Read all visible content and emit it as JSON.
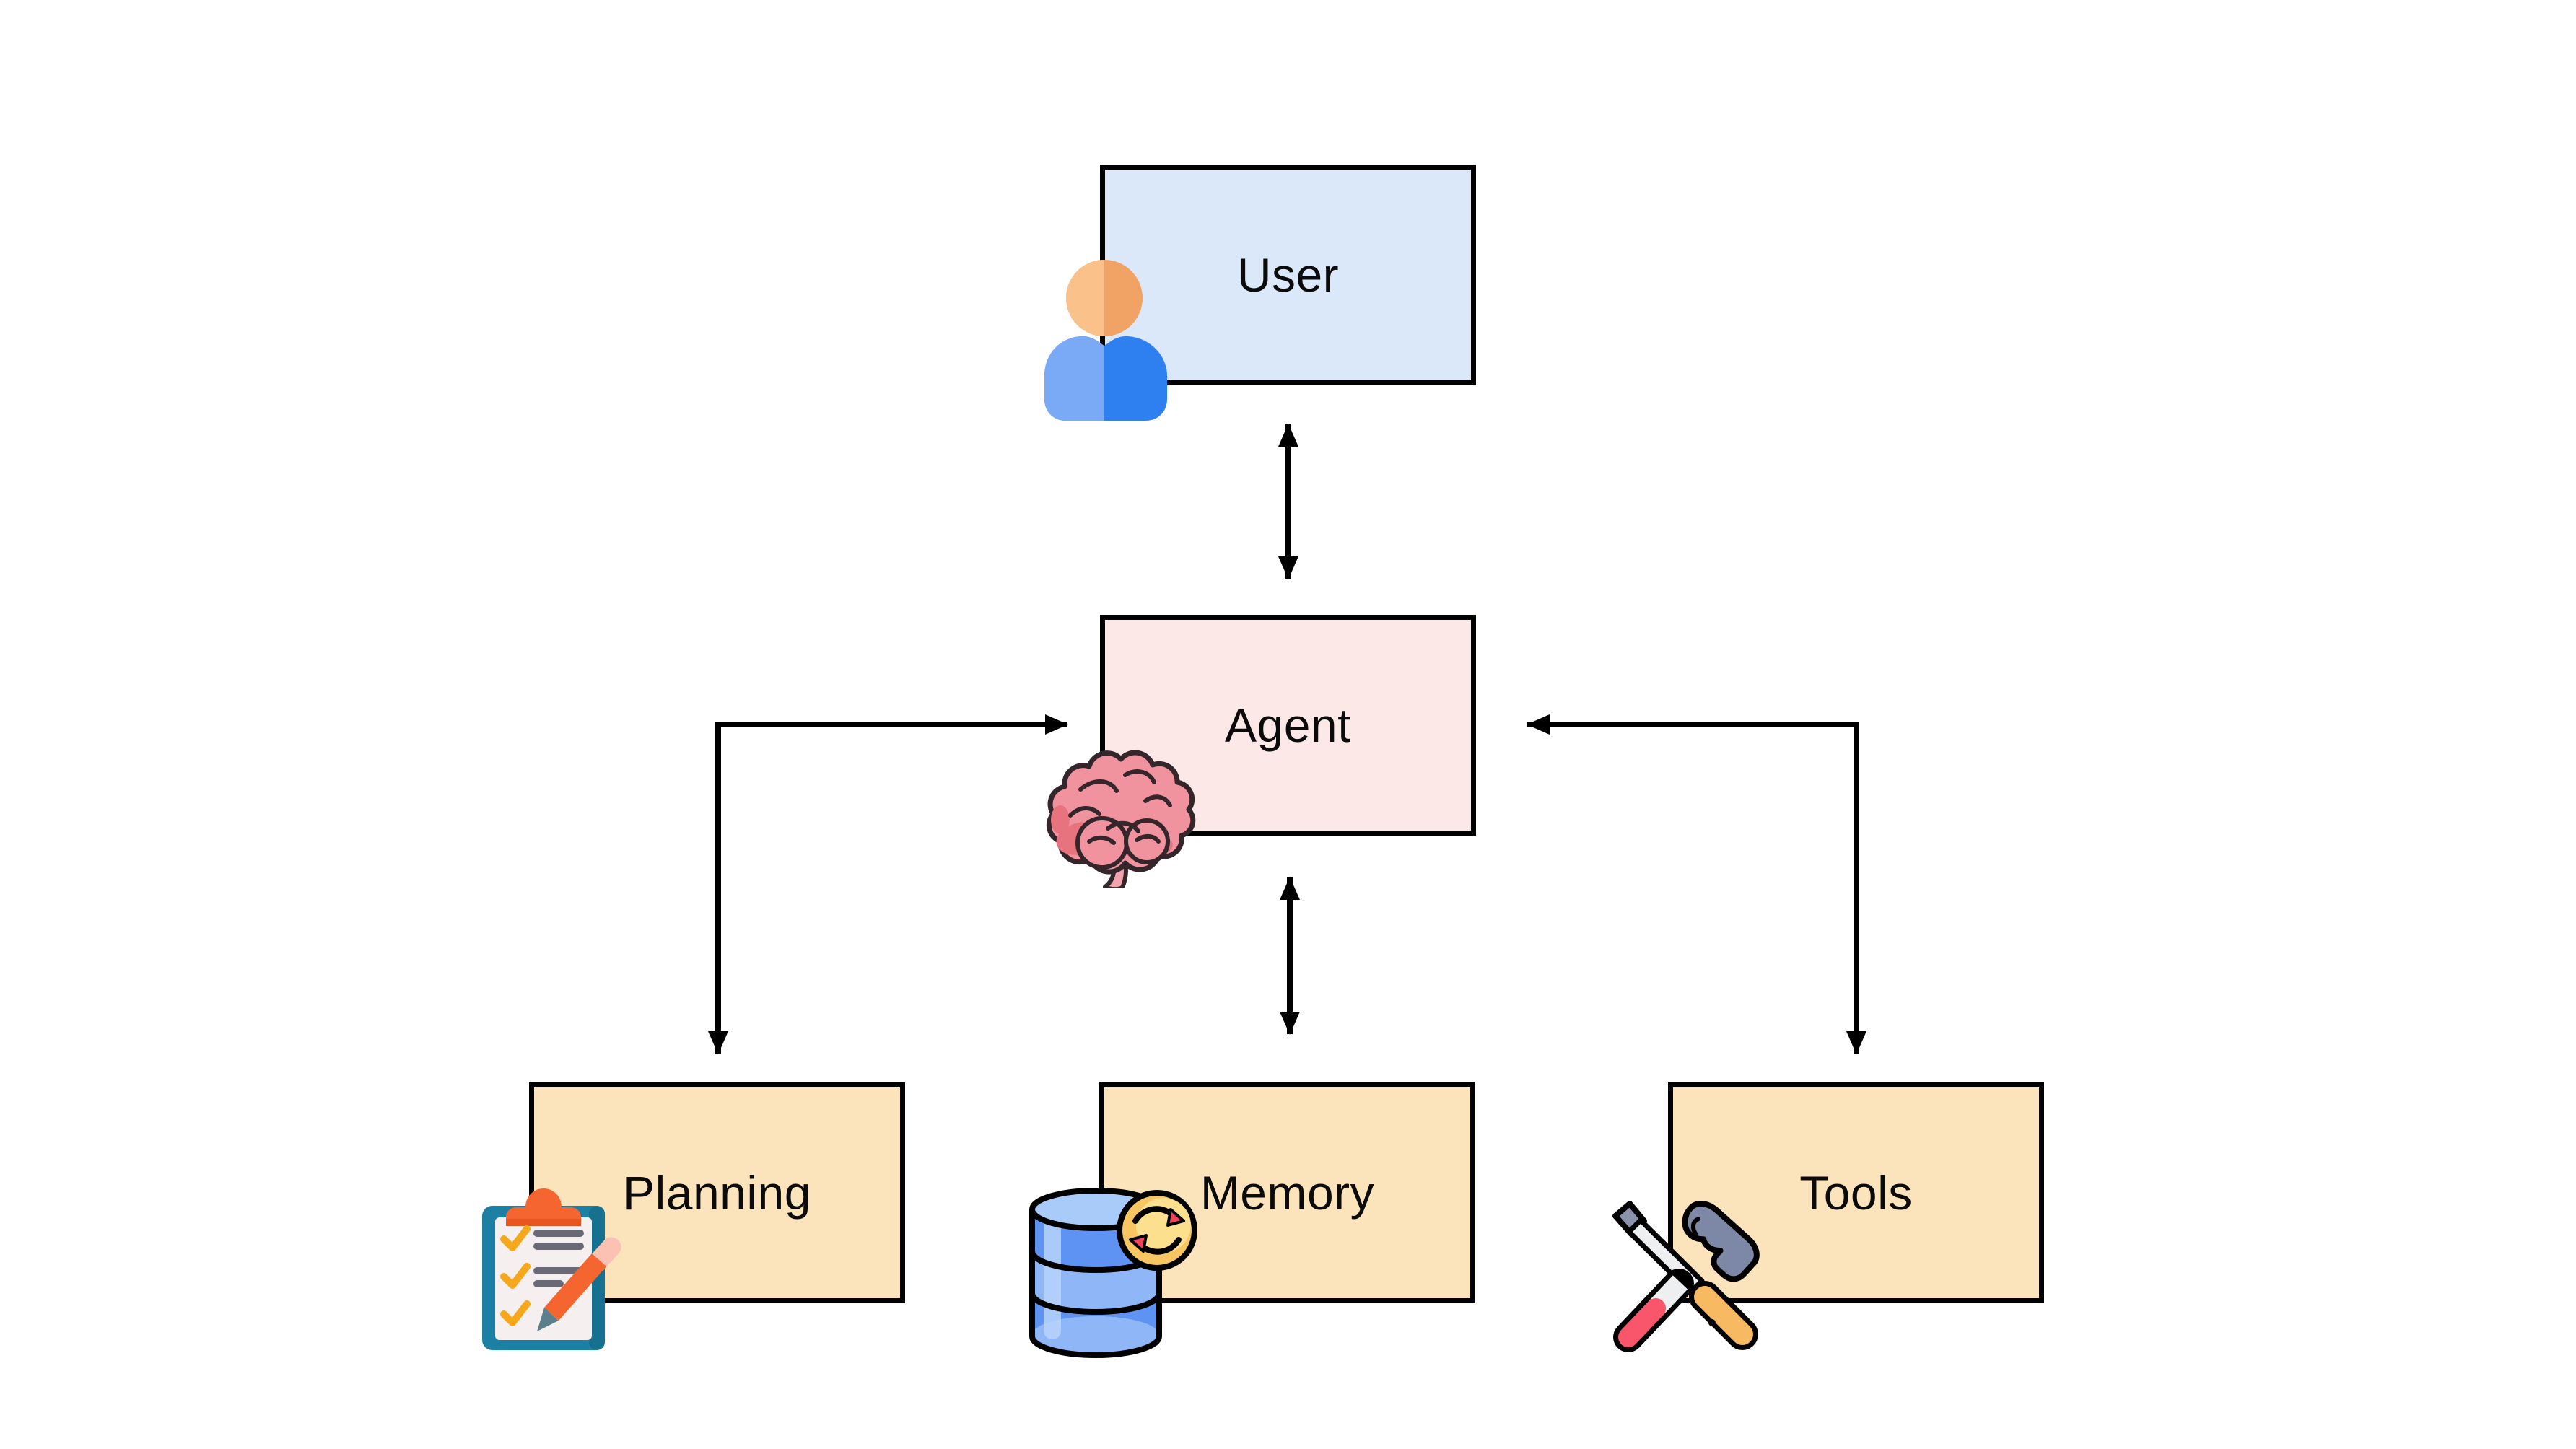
{
  "diagram": {
    "type": "agent-architecture-flowchart",
    "background": "#ffffff",
    "nodes": [
      {
        "id": "user",
        "label": "User",
        "fill": "#dbe8f9",
        "border": "#000000",
        "icon": "person-icon"
      },
      {
        "id": "agent",
        "label": "Agent",
        "fill": "#fde8e8",
        "border": "#000000",
        "icon": "brain-icon"
      },
      {
        "id": "planning",
        "label": "Planning",
        "fill": "#fbe3bc",
        "border": "#000000",
        "icon": "clipboard-checklist-icon"
      },
      {
        "id": "memory",
        "label": "Memory",
        "fill": "#fbe3bc",
        "border": "#000000",
        "icon": "database-sync-icon"
      },
      {
        "id": "tools",
        "label": "Tools",
        "fill": "#fbe3bc",
        "border": "#000000",
        "icon": "hammer-screwdriver-icon"
      }
    ],
    "edges": [
      {
        "from": "user",
        "to": "agent",
        "type": "straight-vertical",
        "arrows": "both"
      },
      {
        "from": "agent",
        "to": "memory",
        "type": "straight-vertical",
        "arrows": "both"
      },
      {
        "from": "agent",
        "to": "planning",
        "type": "elbow",
        "arrows": "both"
      },
      {
        "from": "agent",
        "to": "tools",
        "type": "elbow",
        "arrows": "both"
      }
    ],
    "colors": {
      "arrow": "#000000",
      "user_box_fill": "#dbe8f9",
      "agent_box_fill": "#fde8e8",
      "bottom_box_fill": "#fbe3bc",
      "person_head_light": "#fbc18b",
      "person_head_dark": "#f1a366",
      "person_body_light": "#7aa9f6",
      "person_body_dark": "#2e7ff0",
      "brain_fill": "#f0939e",
      "brain_shade": "#e7737f",
      "brain_outline": "#35262b",
      "clipboard_board": "#1c7fa4",
      "clipboard_paper": "#f5f0ef",
      "clipboard_clip": "#f4652f",
      "clipboard_check": "#f5a81c",
      "clipboard_lines": "#6a6a77",
      "pencil_body": "#f4652f",
      "pencil_eraser": "#fbc2b3",
      "pencil_tip": "#5a808d",
      "db_top": "#a9cbf9",
      "db_row_dark": "#5e92f3",
      "db_row_light": "#8fb7f8",
      "db_highlight": "#b7d3fa",
      "sync_badge": "#f7c561",
      "sync_badge_light": "#fce08e",
      "sync_arrowhead": "#f0435c",
      "hammer_head": "#7d87a6",
      "hammer_handle": "#f7ba62",
      "screwdriver_shaft": "#edeff0",
      "screwdriver_handle": "#f9566c",
      "screwdriver_tip": "#8a92ac"
    }
  }
}
